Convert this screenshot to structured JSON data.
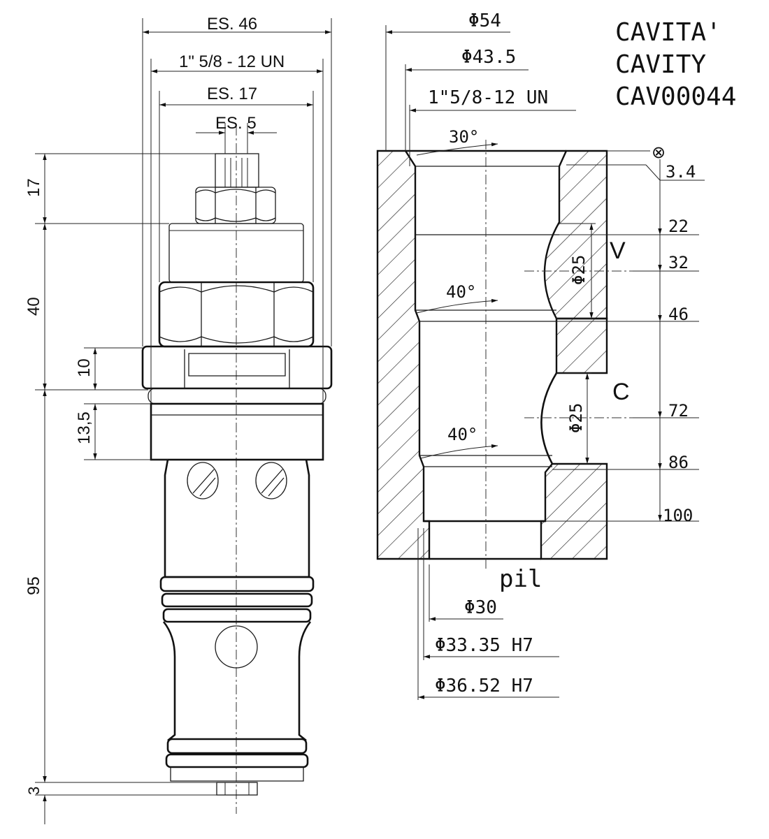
{
  "title": {
    "line1": "CAVITA'",
    "line2": "CAVITY",
    "line3": "CAV00044"
  },
  "cartridge": {
    "dims_top": {
      "es46": "ES. 46",
      "thread": "1\" 5/8 - 12 UN",
      "es17": "ES. 17",
      "es5": "ES. 5"
    },
    "dims_left": {
      "d17": "17",
      "d40": "40",
      "d10": "10",
      "d13_5": "13,5",
      "d95": "95",
      "d3": "3"
    }
  },
  "cavity": {
    "diam_54": "Φ54",
    "diam_43_5": "Φ43.5",
    "thread": "1\"5/8-12 UN",
    "angle_30": "30°",
    "angle_40_upper": "40°",
    "angle_40_lower": "40°",
    "depth_3_4": "3.4",
    "depth_22": "22",
    "depth_32": "32",
    "depth_46": "46",
    "depth_72": "72",
    "depth_86": "86",
    "depth_100": "100",
    "port_v": "V",
    "port_c": "C",
    "port_v_diam": "Φ25",
    "port_c_diam": "Φ25",
    "port_pil": "pil",
    "diam_30": "Φ30",
    "diam_33_35": "Φ33.35 H7",
    "diam_36_52": "Φ36.52 H7",
    "datum_symbol": "⊗"
  }
}
